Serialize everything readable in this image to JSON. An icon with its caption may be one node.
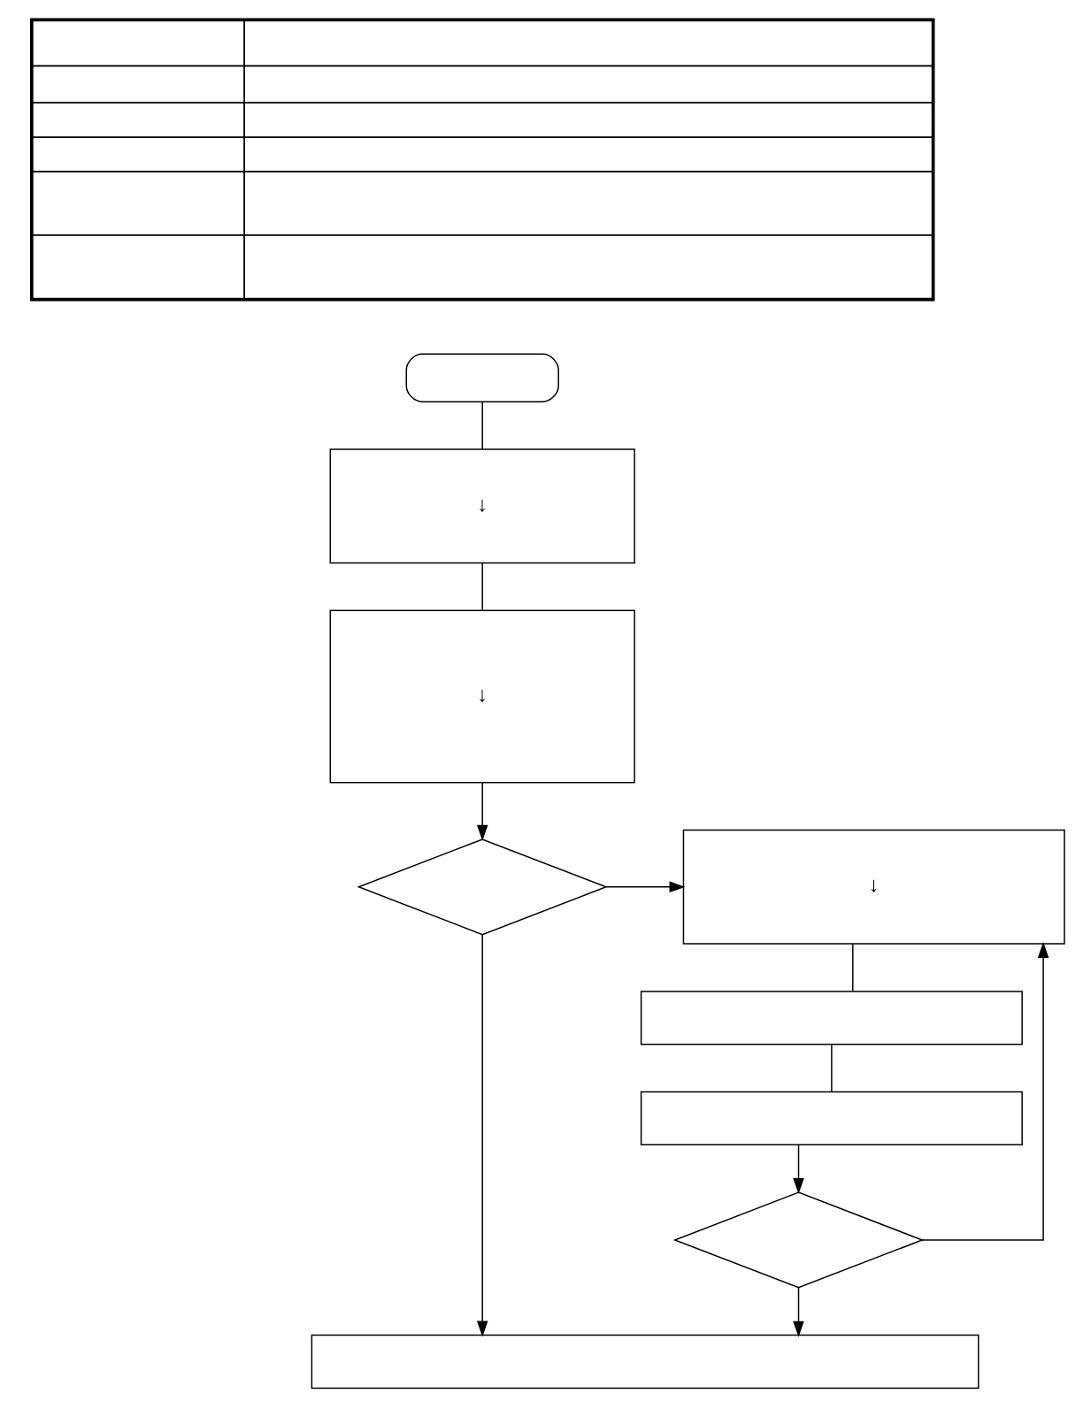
{
  "diagram": {
    "nodes": [
      {
        "text": [],
        "shape": "table"
      },
      {
        "text": [],
        "shape": "oval"
      },
      {
        "text": [
          "↓"
        ]
      },
      {
        "text": [
          "↓"
        ]
      },
      {
        "text": [],
        "shape": "diamond"
      },
      {
        "text": [
          "↓"
        ]
      },
      {
        "text": [],
        "shape": "box"
      },
      {
        "text": [],
        "shape": "box"
      },
      {
        "text": [],
        "shape": "diamond"
      },
      {
        "text": [],
        "shape": "box"
      }
    ],
    "edges": [
      {
        "from": 1,
        "to": 2,
        "arrow": "none"
      },
      {
        "from": 2,
        "to": 3,
        "arrow": "none"
      },
      {
        "from": 3,
        "to": 4,
        "arrow": "to"
      },
      {
        "from": 4,
        "to": 5,
        "arrow": "to"
      },
      {
        "from": 4,
        "to": 9,
        "arrow": "to"
      },
      {
        "from": 5,
        "to": 6,
        "arrow": "none"
      },
      {
        "from": 6,
        "to": 7,
        "arrow": "none"
      },
      {
        "from": 7,
        "to": 8,
        "arrow": "to"
      },
      {
        "from": 8,
        "to": 5,
        "arrow": "to"
      },
      {
        "from": 8,
        "to": 9,
        "arrow": "to"
      }
    ]
  }
}
